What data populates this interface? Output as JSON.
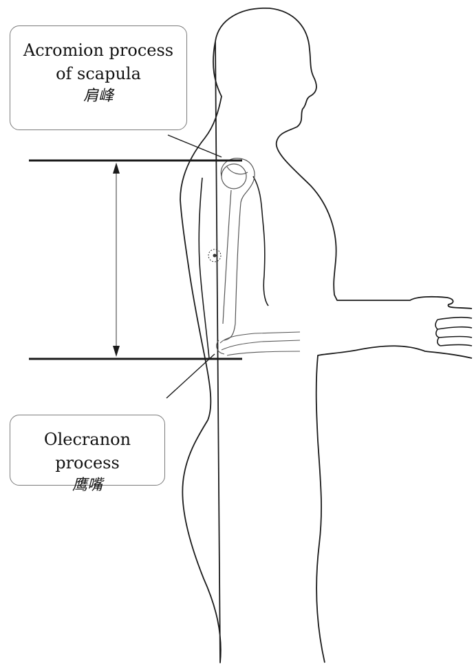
{
  "labels": {
    "acromion": {
      "line1": "Acromion process",
      "line2": "of scapula",
      "chinese": "肩峰"
    },
    "olecranon": {
      "line1": "Olecranon process",
      "chinese": "鹰嘴"
    }
  },
  "colors": {
    "outline": "#1a1a1a",
    "bone": "#555555",
    "callout_border": "#7a7a7a"
  }
}
